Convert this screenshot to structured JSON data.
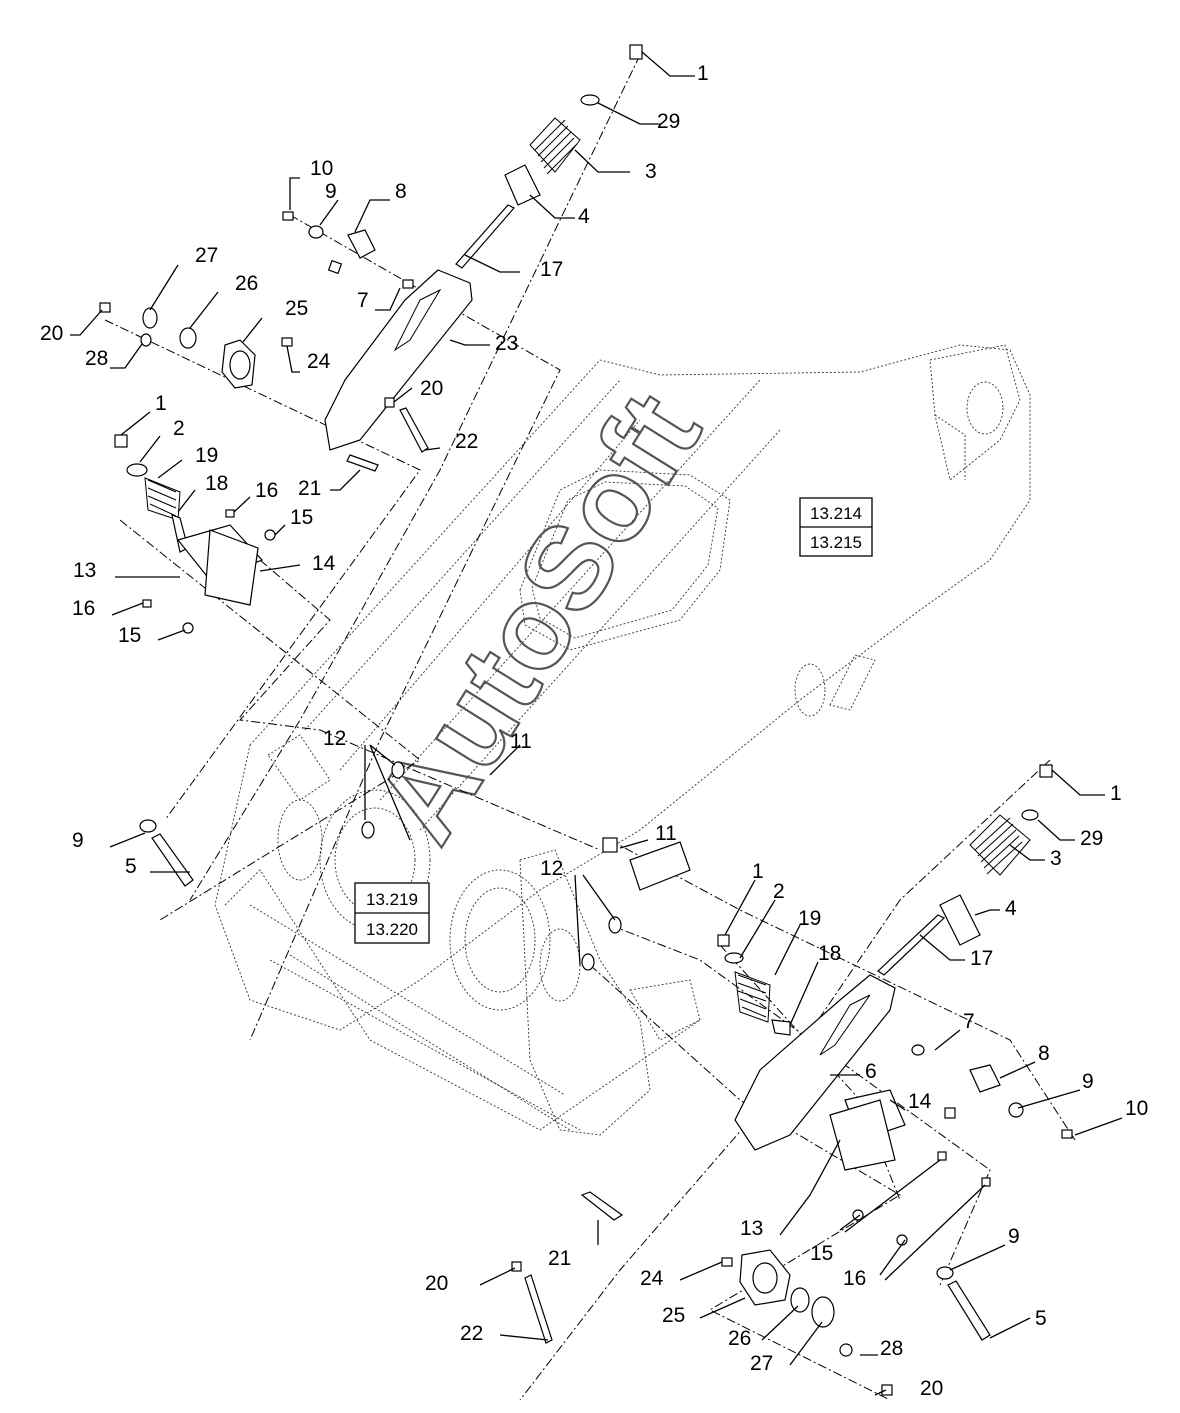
{
  "diagram": {
    "watermark": "AutoSoft",
    "references": [
      {
        "id": "ref-13-214",
        "label": "13.214"
      },
      {
        "id": "ref-13-215",
        "label": "13.215"
      },
      {
        "id": "ref-13-219",
        "label": "13.219"
      },
      {
        "id": "ref-13-220",
        "label": "13.220"
      }
    ],
    "callouts": [
      {
        "id": "c1a",
        "label": "1"
      },
      {
        "id": "c29a",
        "label": "29"
      },
      {
        "id": "c3a",
        "label": "3"
      },
      {
        "id": "c4a",
        "label": "4"
      },
      {
        "id": "c17a",
        "label": "17"
      },
      {
        "id": "c10a",
        "label": "10"
      },
      {
        "id": "c9a",
        "label": "9"
      },
      {
        "id": "c8a",
        "label": "8"
      },
      {
        "id": "c7a",
        "label": "7"
      },
      {
        "id": "c27a",
        "label": "27"
      },
      {
        "id": "c26a",
        "label": "26"
      },
      {
        "id": "c25a",
        "label": "25"
      },
      {
        "id": "c24a",
        "label": "24"
      },
      {
        "id": "c20a",
        "label": "20"
      },
      {
        "id": "c28a",
        "label": "28"
      },
      {
        "id": "c23a",
        "label": "23"
      },
      {
        "id": "c20b",
        "label": "20"
      },
      {
        "id": "c22a",
        "label": "22"
      },
      {
        "id": "c21a",
        "label": "21"
      },
      {
        "id": "c1b",
        "label": "1"
      },
      {
        "id": "c2a",
        "label": "2"
      },
      {
        "id": "c19a",
        "label": "19"
      },
      {
        "id": "c18a",
        "label": "18"
      },
      {
        "id": "c16a",
        "label": "16"
      },
      {
        "id": "c15a",
        "label": "15"
      },
      {
        "id": "c13a",
        "label": "13"
      },
      {
        "id": "c14a",
        "label": "14"
      },
      {
        "id": "c16b",
        "label": "16"
      },
      {
        "id": "c15b",
        "label": "15"
      },
      {
        "id": "c12a",
        "label": "12"
      },
      {
        "id": "c11a",
        "label": "11"
      },
      {
        "id": "c9b",
        "label": "9"
      },
      {
        "id": "c5a",
        "label": "5"
      },
      {
        "id": "c1c",
        "label": "1"
      },
      {
        "id": "c29b",
        "label": "29"
      },
      {
        "id": "c3b",
        "label": "3"
      },
      {
        "id": "c4b",
        "label": "4"
      },
      {
        "id": "c17b",
        "label": "17"
      },
      {
        "id": "c11b",
        "label": "11"
      },
      {
        "id": "c12b",
        "label": "12"
      },
      {
        "id": "c1d",
        "label": "1"
      },
      {
        "id": "c2b",
        "label": "2"
      },
      {
        "id": "c19b",
        "label": "19"
      },
      {
        "id": "c18b",
        "label": "18"
      },
      {
        "id": "c7b",
        "label": "7"
      },
      {
        "id": "c8b",
        "label": "8"
      },
      {
        "id": "c6a",
        "label": "6"
      },
      {
        "id": "c9c",
        "label": "9"
      },
      {
        "id": "c10b",
        "label": "10"
      },
      {
        "id": "c14b",
        "label": "14"
      },
      {
        "id": "c13b",
        "label": "13"
      },
      {
        "id": "c15c",
        "label": "15"
      },
      {
        "id": "c16c",
        "label": "16"
      },
      {
        "id": "c9d",
        "label": "9"
      },
      {
        "id": "c5b",
        "label": "5"
      },
      {
        "id": "c21b",
        "label": "21"
      },
      {
        "id": "c20c",
        "label": "20"
      },
      {
        "id": "c22b",
        "label": "22"
      },
      {
        "id": "c24b",
        "label": "24"
      },
      {
        "id": "c25b",
        "label": "25"
      },
      {
        "id": "c26b",
        "label": "26"
      },
      {
        "id": "c27b",
        "label": "27"
      },
      {
        "id": "c28b",
        "label": "28"
      },
      {
        "id": "c20d",
        "label": "20"
      }
    ]
  }
}
